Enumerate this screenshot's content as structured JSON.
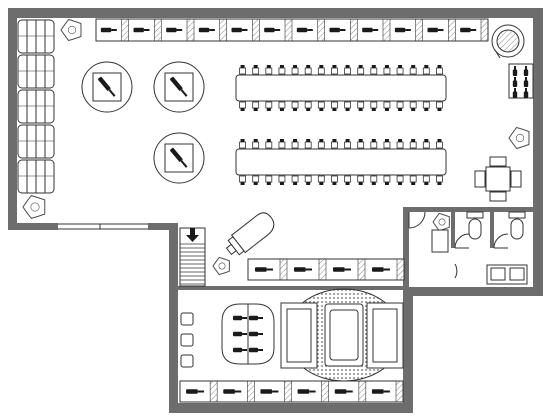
{
  "colors": {
    "wall": "#6d6d6d",
    "line": "#333333",
    "floor": "#ffffff",
    "hatch": "#888888",
    "tree": "#4d4d4d",
    "accent": "#1a1a1a"
  },
  "icons": {
    "barrel": "barrel-icon",
    "bottle": "wine-bottle-icon",
    "tree": "potted-plant-icon",
    "chair": "chair-icon",
    "piano": "grand-piano-icon",
    "toilet": "toilet-icon",
    "sink": "sink-icon",
    "arrow": "down-arrow-icon"
  },
  "counts": {
    "barrels": 5,
    "top_shelf_sections": 12,
    "bottom_shelf_sections": 6,
    "mid_shelf_sections": 4,
    "chairs_per_side_long_table": 16,
    "display_tables": 3,
    "stools": 3,
    "toilets": 2
  }
}
